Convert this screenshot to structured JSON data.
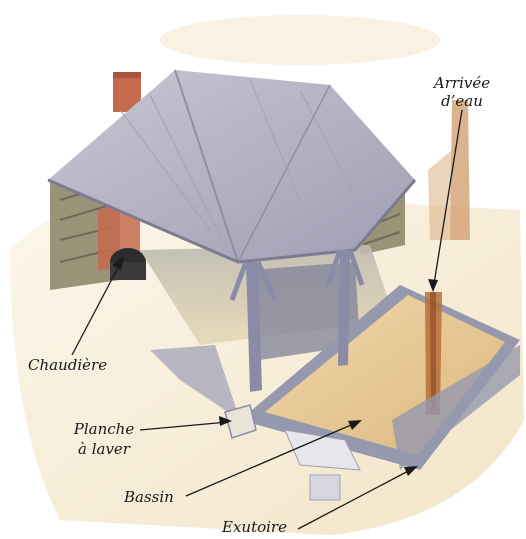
{
  "figure": {
    "labels": {
      "arrivee_line1": "Arrivée",
      "arrivee_line2": "d’eau",
      "chaudiere": "Chaudière",
      "planche_line1": "Planche",
      "planche_line2": "à laver",
      "bassin": "Bassin",
      "exutoire": "Exutoire"
    }
  },
  "colors": {
    "roof": "#b9b7c6",
    "roof_dark": "#8f8ea3",
    "stone": "#9a9378",
    "brick": "#c46a4d",
    "water": "#e6c693",
    "post": "#8a8ba6",
    "ground": "#f2e7cf",
    "ink": "#1a1a1a"
  }
}
